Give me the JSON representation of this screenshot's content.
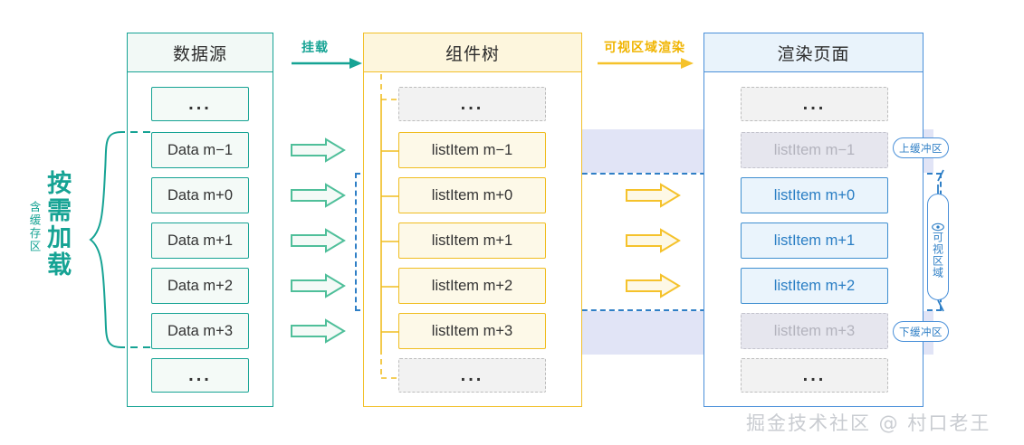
{
  "diagram": {
    "title_watermark": "掘金技术社区 @ 村口老王",
    "columns": [
      {
        "key": "datasource",
        "header": "数据源",
        "color": "#16a394",
        "items": [
          "...",
          "Data m−1",
          "Data m+0",
          "Data m+1",
          "Data m+2",
          "Data m+3",
          "..."
        ]
      },
      {
        "key": "component-tree",
        "header": "组件树",
        "color": "#f2c029",
        "items": [
          "...",
          "listItem m−1",
          "listItem m+0",
          "listItem m+1",
          "listItem m+2",
          "listItem m+3",
          "..."
        ]
      },
      {
        "key": "render-page",
        "header": "渲染页面",
        "color": "#4a90d9",
        "items": [
          "...",
          "listItem m−1",
          "listItem m+0",
          "listItem m+1",
          "listItem m+2",
          "listItem m+3",
          "..."
        ]
      }
    ],
    "flow_labels": {
      "mount": "挂载",
      "viewport_render": "可视区域渲染"
    },
    "annotations": {
      "left_main": "按需加载",
      "left_sub": "含缓存区",
      "upper_buffer": "上缓冲区",
      "lower_buffer": "下缓冲区",
      "viewport": "可视区域",
      "eye_icon": "eye-icon"
    },
    "colors": {
      "teal": "#16a394",
      "yellow": "#f2c029",
      "blue": "#4a90d9",
      "buffer_band": "#dcdff5",
      "viewport_dash": "#2f7fc6"
    }
  }
}
